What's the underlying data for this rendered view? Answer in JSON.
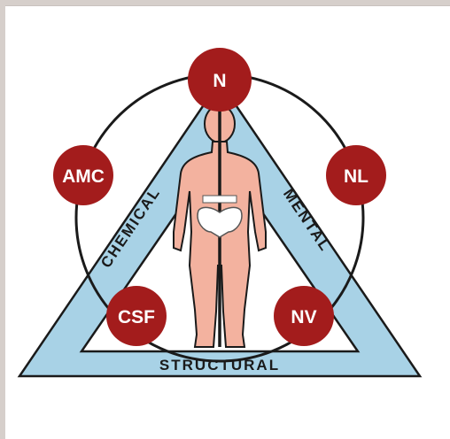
{
  "diagram": {
    "nodes": {
      "top": "N",
      "upper_left": "AMC",
      "upper_right": "NL",
      "lower_left": "CSF",
      "lower_right": "NV"
    },
    "sides": {
      "left": "CHEMICAL",
      "right": "MENTAL",
      "bottom": "STRUCTURAL"
    },
    "colors": {
      "triangle_fill": "#a8d2e6",
      "node_fill": "#a31c1c",
      "figure_skin": "#f3b29f",
      "outline": "#1a1a1a"
    }
  }
}
